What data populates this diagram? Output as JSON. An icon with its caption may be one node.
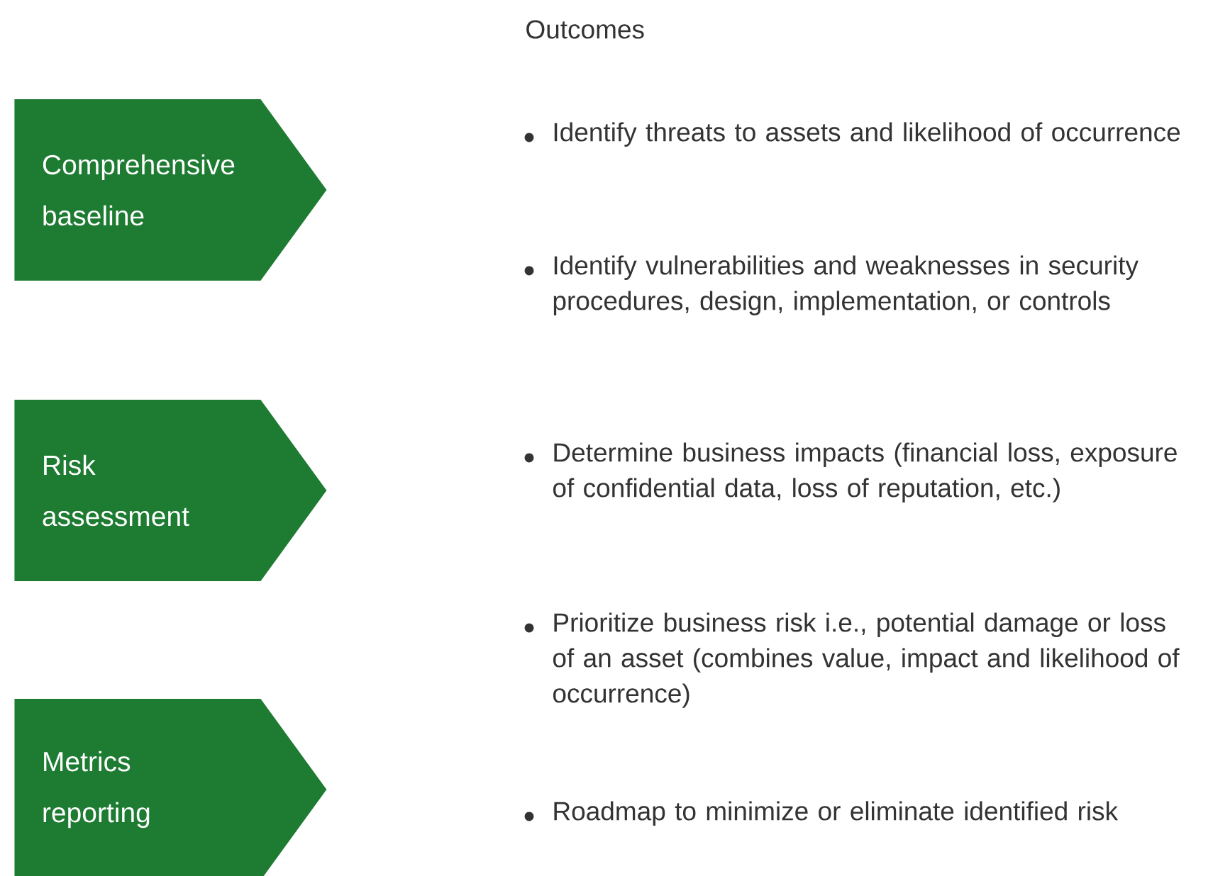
{
  "diagram": {
    "title": "Outcomes",
    "nodes": [
      {
        "text": [
          "Comprehensive baseline"
        ]
      },
      {
        "text": [
          "Risk assessment"
        ]
      },
      {
        "text": [
          "Metrics reporting"
        ]
      }
    ],
    "labels": [
      "Identify threats to assets and likelihood of occurrence",
      "Identify vulnerabilities and weaknesses in security procedures, design, implementation, or controls",
      "Determine business impacts (financial loss, exposure of confidential data, loss of reputation, etc.)",
      "Prioritize business risk i.e., potential damage or loss of an asset (combines value, impact and likelihood of occurrence)",
      "Roadmap to minimize or eliminate identified risk"
    ]
  }
}
